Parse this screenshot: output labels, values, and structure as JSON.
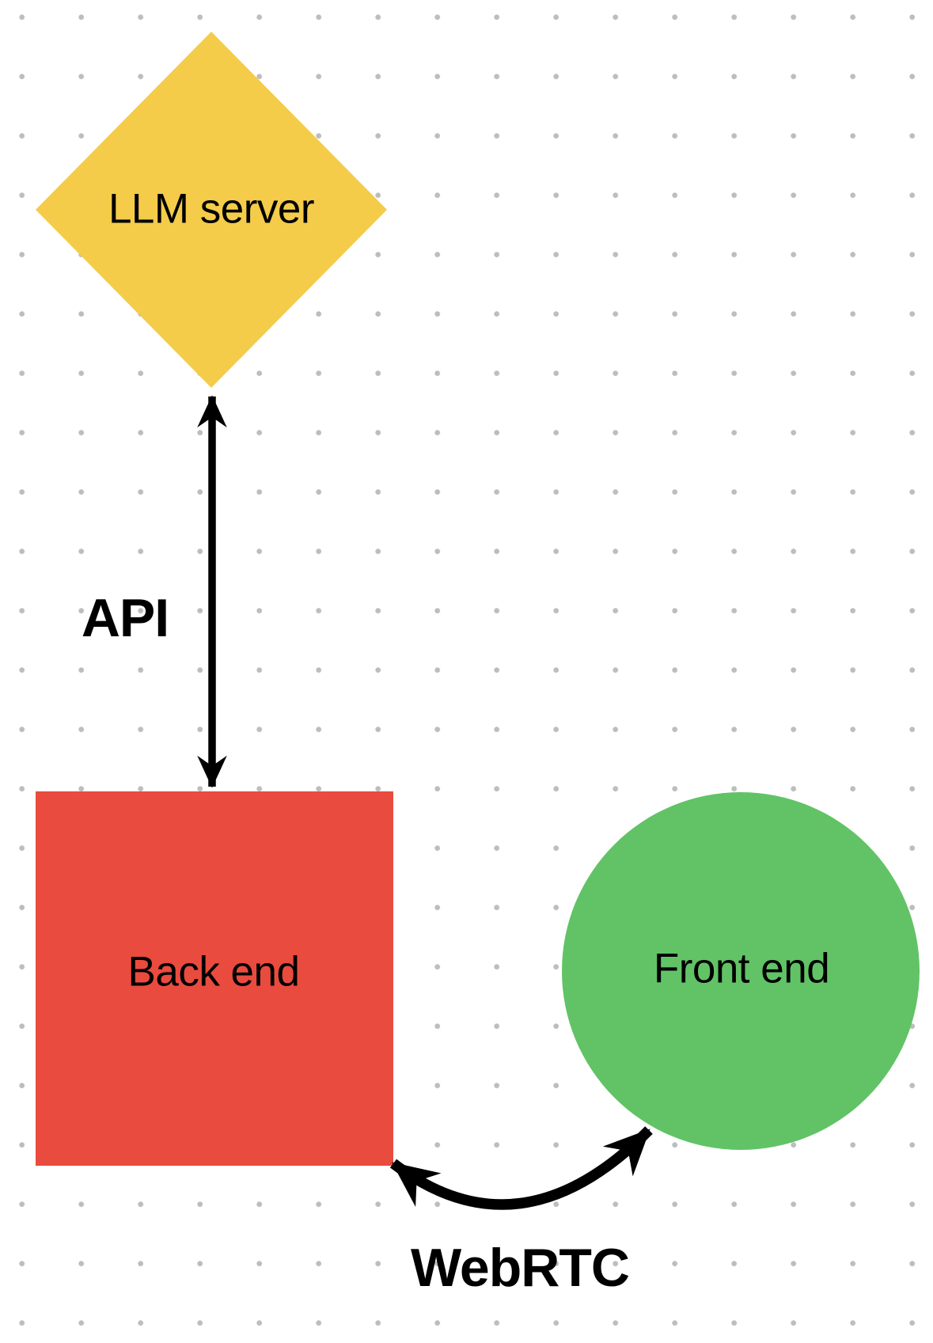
{
  "canvas": {
    "background_color": "#ffffff",
    "dot_color": "#bdbdbd",
    "arrow_color": "#000000",
    "text_color": "#000000"
  },
  "nodes": {
    "llm": {
      "label": "LLM server",
      "shape": "diamond",
      "color": "#F4CC49"
    },
    "backend": {
      "label": "Back end",
      "shape": "square",
      "color": "#E94B3E"
    },
    "frontend": {
      "label": "Front end",
      "shape": "circle",
      "color": "#61C366"
    }
  },
  "edges": {
    "api": {
      "label": "API",
      "type": "double-headed-arrow",
      "style": "straight-vertical",
      "connects": [
        "LLM server",
        "Back end"
      ]
    },
    "webrtc": {
      "label": "WebRTC",
      "type": "double-headed-arrow",
      "style": "curved",
      "connects": [
        "Back end",
        "Front end"
      ]
    }
  }
}
